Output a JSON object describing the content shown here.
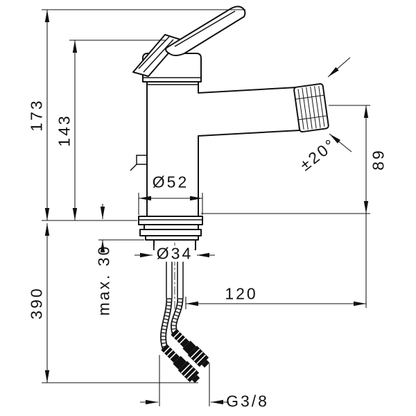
{
  "drawing": {
    "type": "technical-dimension-drawing",
    "subject": "single-lever bidet mixer faucet, side view with installation dimensions",
    "background": "#ffffff",
    "line_color": "#111111",
    "labels": {
      "total_height": "173",
      "body_height": "143",
      "under_deck_length": "390",
      "max_deck_thickness": "max. 30",
      "base_diameter": "Ø52",
      "shank_diameter": "Ø34",
      "spout_reach": "120",
      "aerator_swivel": "±20°",
      "spout_height": "89",
      "hose_thread": "G3/8"
    }
  }
}
